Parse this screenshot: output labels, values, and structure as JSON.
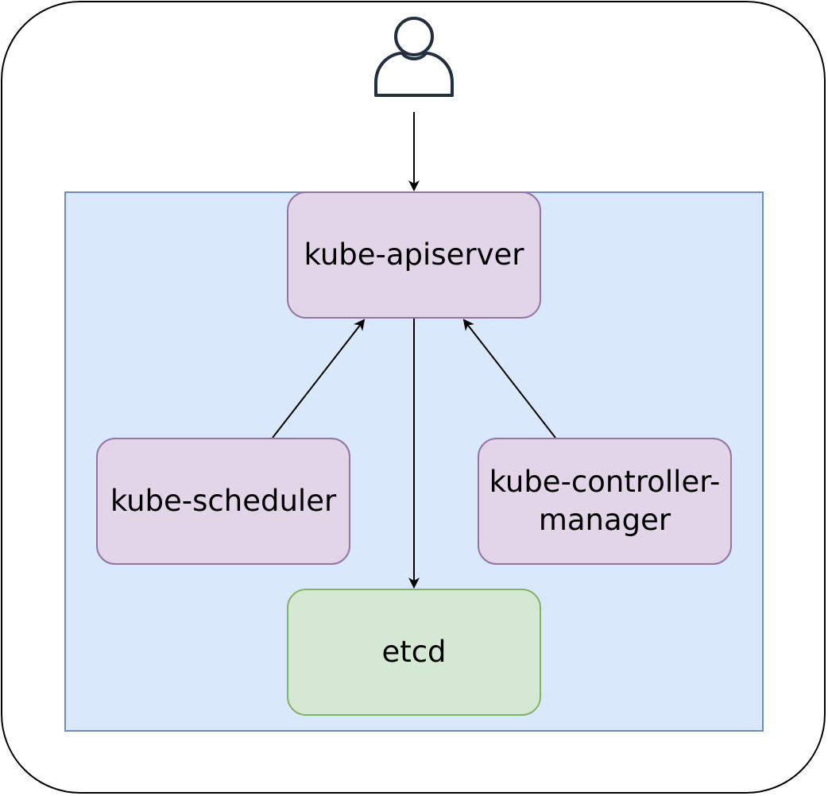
{
  "diagram": {
    "nodes": {
      "apiserver": "kube-apiserver",
      "scheduler": "kube-scheduler",
      "controller_manager": "kube-controller-manager",
      "etcd": "etcd"
    },
    "icons": {
      "user": "user-icon"
    },
    "edges": [
      {
        "from": "user",
        "to": "kube-apiserver"
      },
      {
        "from": "kube-apiserver",
        "to": "etcd"
      },
      {
        "from": "kube-scheduler",
        "to": "kube-apiserver"
      },
      {
        "from": "kube-controller-manager",
        "to": "kube-apiserver"
      }
    ],
    "colors": {
      "panel_fill": "#dae8fc",
      "panel_stroke": "#6c8ebf",
      "component_fill": "#e1d5e7",
      "component_stroke": "#9673a6",
      "store_fill": "#d5e8d4",
      "store_stroke": "#82b366",
      "icon_stroke": "#232f3e"
    }
  }
}
